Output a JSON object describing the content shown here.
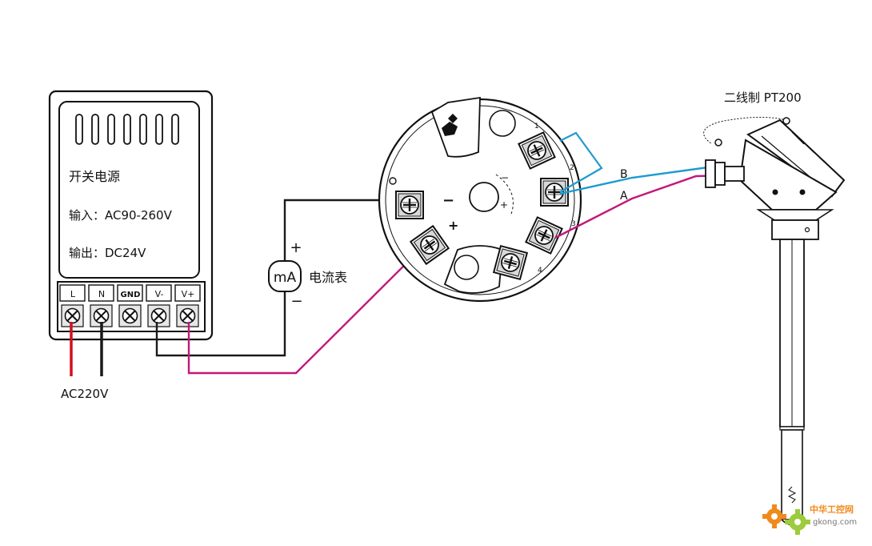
{
  "power_supply": {
    "title": "开关电源",
    "input": "输入：AC90-260V",
    "output": "输出：DC24V",
    "terminals": [
      "L",
      "N",
      "GND",
      "V-",
      "V+"
    ],
    "mains_label": "AC220V"
  },
  "ammeter": {
    "symbol": "mA",
    "name": "电流表",
    "plus": "+",
    "minus": "−"
  },
  "transmitter": {
    "output_plus": "+",
    "output_minus": "−",
    "inner_minus": "−",
    "inner_plus": "+",
    "terminal_numbers": [
      "1",
      "2",
      "3",
      "4"
    ]
  },
  "sensor": {
    "title": "二线制 PT200",
    "wire_b": "B",
    "wire_a": "A"
  },
  "watermark": {
    "brand": "中华工控网",
    "url": "gkong.com"
  },
  "colors": {
    "wire_black": "#1a1a1a",
    "wire_red": "#d0101e",
    "wire_magenta": "#c2187a",
    "wire_blue": "#1e9bd0",
    "watermark_orange": "#f08a1c"
  }
}
